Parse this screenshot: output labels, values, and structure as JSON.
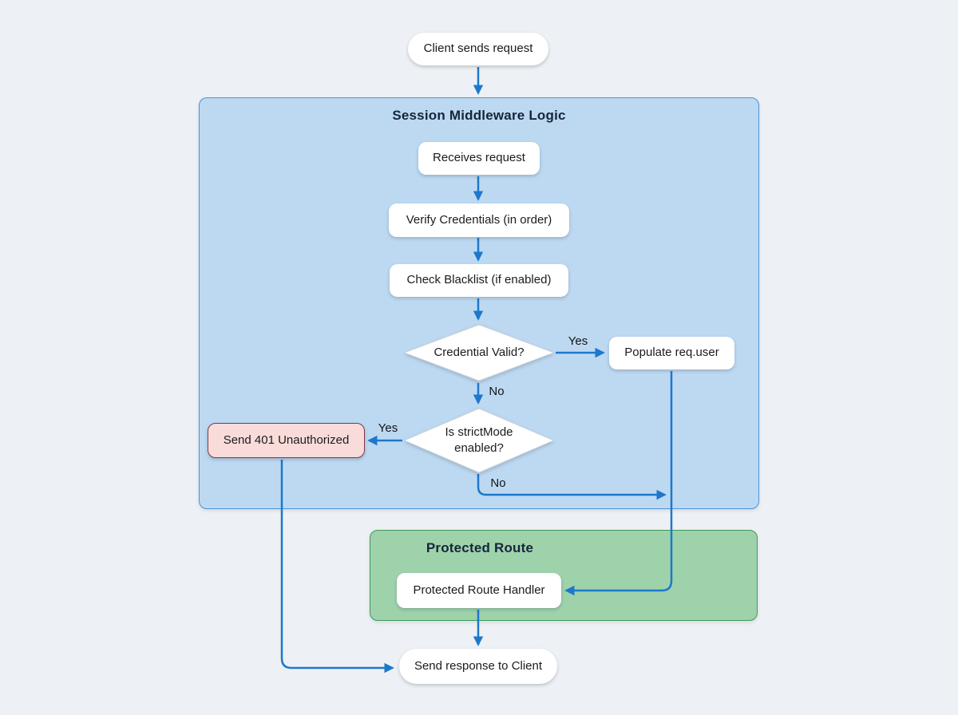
{
  "flowchart": {
    "containers": {
      "middleware": {
        "title": "Session Middleware Logic"
      },
      "protected_route": {
        "title": "Protected Route"
      }
    },
    "nodes": {
      "client_request": {
        "label": "Client sends request"
      },
      "receives_request": {
        "label": "Receives request"
      },
      "verify_credentials": {
        "label": "Verify Credentials (in order)"
      },
      "check_blacklist": {
        "label": "Check Blacklist (if enabled)"
      },
      "credential_valid": {
        "label": "Credential Valid?"
      },
      "populate_req_user": {
        "label": "Populate req.user"
      },
      "strict_mode": {
        "label": "Is strictMode enabled?"
      },
      "send_401": {
        "label": "Send 401 Unauthorized"
      },
      "route_handler": {
        "label": "Protected Route Handler"
      },
      "send_response": {
        "label": "Send response to Client"
      }
    },
    "edges": [
      {
        "from": "Client sends request",
        "to": "Session Middleware Logic"
      },
      {
        "from": "Receives request",
        "to": "Verify Credentials (in order)"
      },
      {
        "from": "Verify Credentials (in order)",
        "to": "Check Blacklist (if enabled)"
      },
      {
        "from": "Check Blacklist (if enabled)",
        "to": "Credential Valid?"
      },
      {
        "from": "Credential Valid?",
        "to": "Populate req.user",
        "label": "Yes"
      },
      {
        "from": "Credential Valid?",
        "to": "Is strictMode enabled?",
        "label": "No"
      },
      {
        "from": "Is strictMode enabled?",
        "to": "Send 401 Unauthorized",
        "label": "Yes"
      },
      {
        "from": "Is strictMode enabled?",
        "to": "Protected Route Handler",
        "label": "No"
      },
      {
        "from": "Populate req.user",
        "to": "Protected Route Handler"
      },
      {
        "from": "Protected Route Handler",
        "to": "Send response to Client"
      },
      {
        "from": "Send 401 Unauthorized",
        "to": "Send response to Client"
      }
    ]
  },
  "colors": {
    "background": "#edf1f5",
    "arrow": "#1d78cc",
    "middleware_fill": "#bdd9f2",
    "middleware_border": "#4c94d8",
    "protected_fill": "#9ed2ab",
    "protected_border": "#3f9a58",
    "error_fill": "#f9dbda",
    "error_border": "#7e3b45",
    "node_fill": "#ffffff",
    "node_text": "#191b1f",
    "title_text": "#15263a"
  }
}
